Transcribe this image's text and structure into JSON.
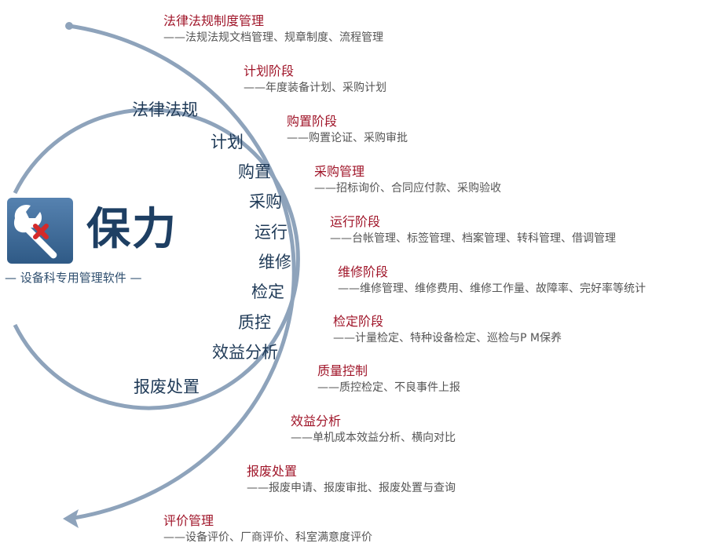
{
  "brand": {
    "name": "保力",
    "subtitle": "— 设备科专用管理软件 —",
    "colors": {
      "navy": "#1e3f63",
      "accent_red": "#a0162a",
      "arc": "#8ea3bb",
      "logo_bg": "#3f6b97",
      "logo_x": "#d42a2a"
    },
    "icon": "wrench-cross-icon"
  },
  "inner_stages": [
    "法律法规",
    "计划",
    "购置",
    "采购",
    "运行",
    "维修",
    "检定",
    "质控",
    "效益分析",
    "报废处置"
  ],
  "modules": [
    {
      "title": "法律法规制度管理",
      "desc": "——法规法规文档管理、规章制度、流程管理"
    },
    {
      "title": "计划阶段",
      "desc": "——年度装备计划、采购计划"
    },
    {
      "title": "购置阶段",
      "desc": "——购置论证、采购审批"
    },
    {
      "title": "采购管理",
      "desc": "——招标询价、合同应付款、采购验收"
    },
    {
      "title": "运行阶段",
      "desc": "——台帐管理、标签管理、档案管理、转科管理、借调管理"
    },
    {
      "title": "维修阶段",
      "desc": "——维修管理、维修费用、维修工作量、故障率、完好率等统计"
    },
    {
      "title": "检定阶段",
      "desc": "——计量检定、特种设备检定、巡检与P M保养"
    },
    {
      "title": "质量控制",
      "desc": "——质控检定、不良事件上报"
    },
    {
      "title": "效益分析",
      "desc": "——单机成本效益分析、横向对比"
    },
    {
      "title": "报废处置",
      "desc": "——报废申请、报废审批、报废处置与查询"
    },
    {
      "title": "评价管理",
      "desc": "——设备评价、厂商评价、科室满意度评价"
    }
  ]
}
